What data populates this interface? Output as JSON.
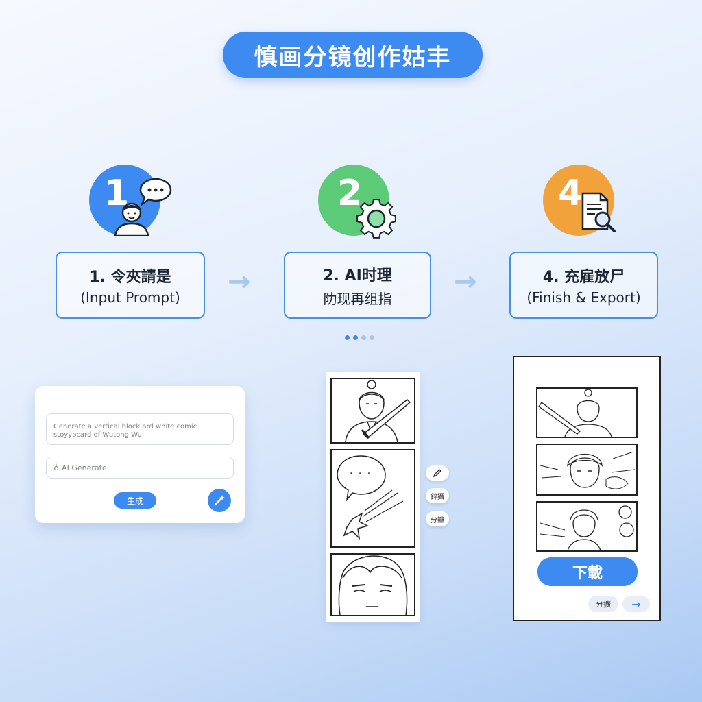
{
  "header": {
    "title": "慎画分镜创作姑丰"
  },
  "steps": [
    {
      "number": "1",
      "title": "1. 令夾請是",
      "subtitle": "(Input Prompt)",
      "color": "#3d8af0"
    },
    {
      "number": "2",
      "title": "2. AI时理",
      "subtitle": "阞现再组指",
      "color": "#5ccb77"
    },
    {
      "number": "4",
      "title": "4. 充雇放尸",
      "subtitle": "(Finish & Export)",
      "color": "#f2a23a"
    }
  ],
  "prompt_card": {
    "prompt_text": "Generate a vertical block ard white comic stoyybcard of Wutong Wu",
    "generate_label": "AI Generate",
    "submit_label": "生成"
  },
  "comic": {
    "speech_text": "· · ·",
    "tools": [
      "",
      "鋅攝",
      "分瓣"
    ]
  },
  "result": {
    "download_label": "下載",
    "share_label": "分擴"
  }
}
